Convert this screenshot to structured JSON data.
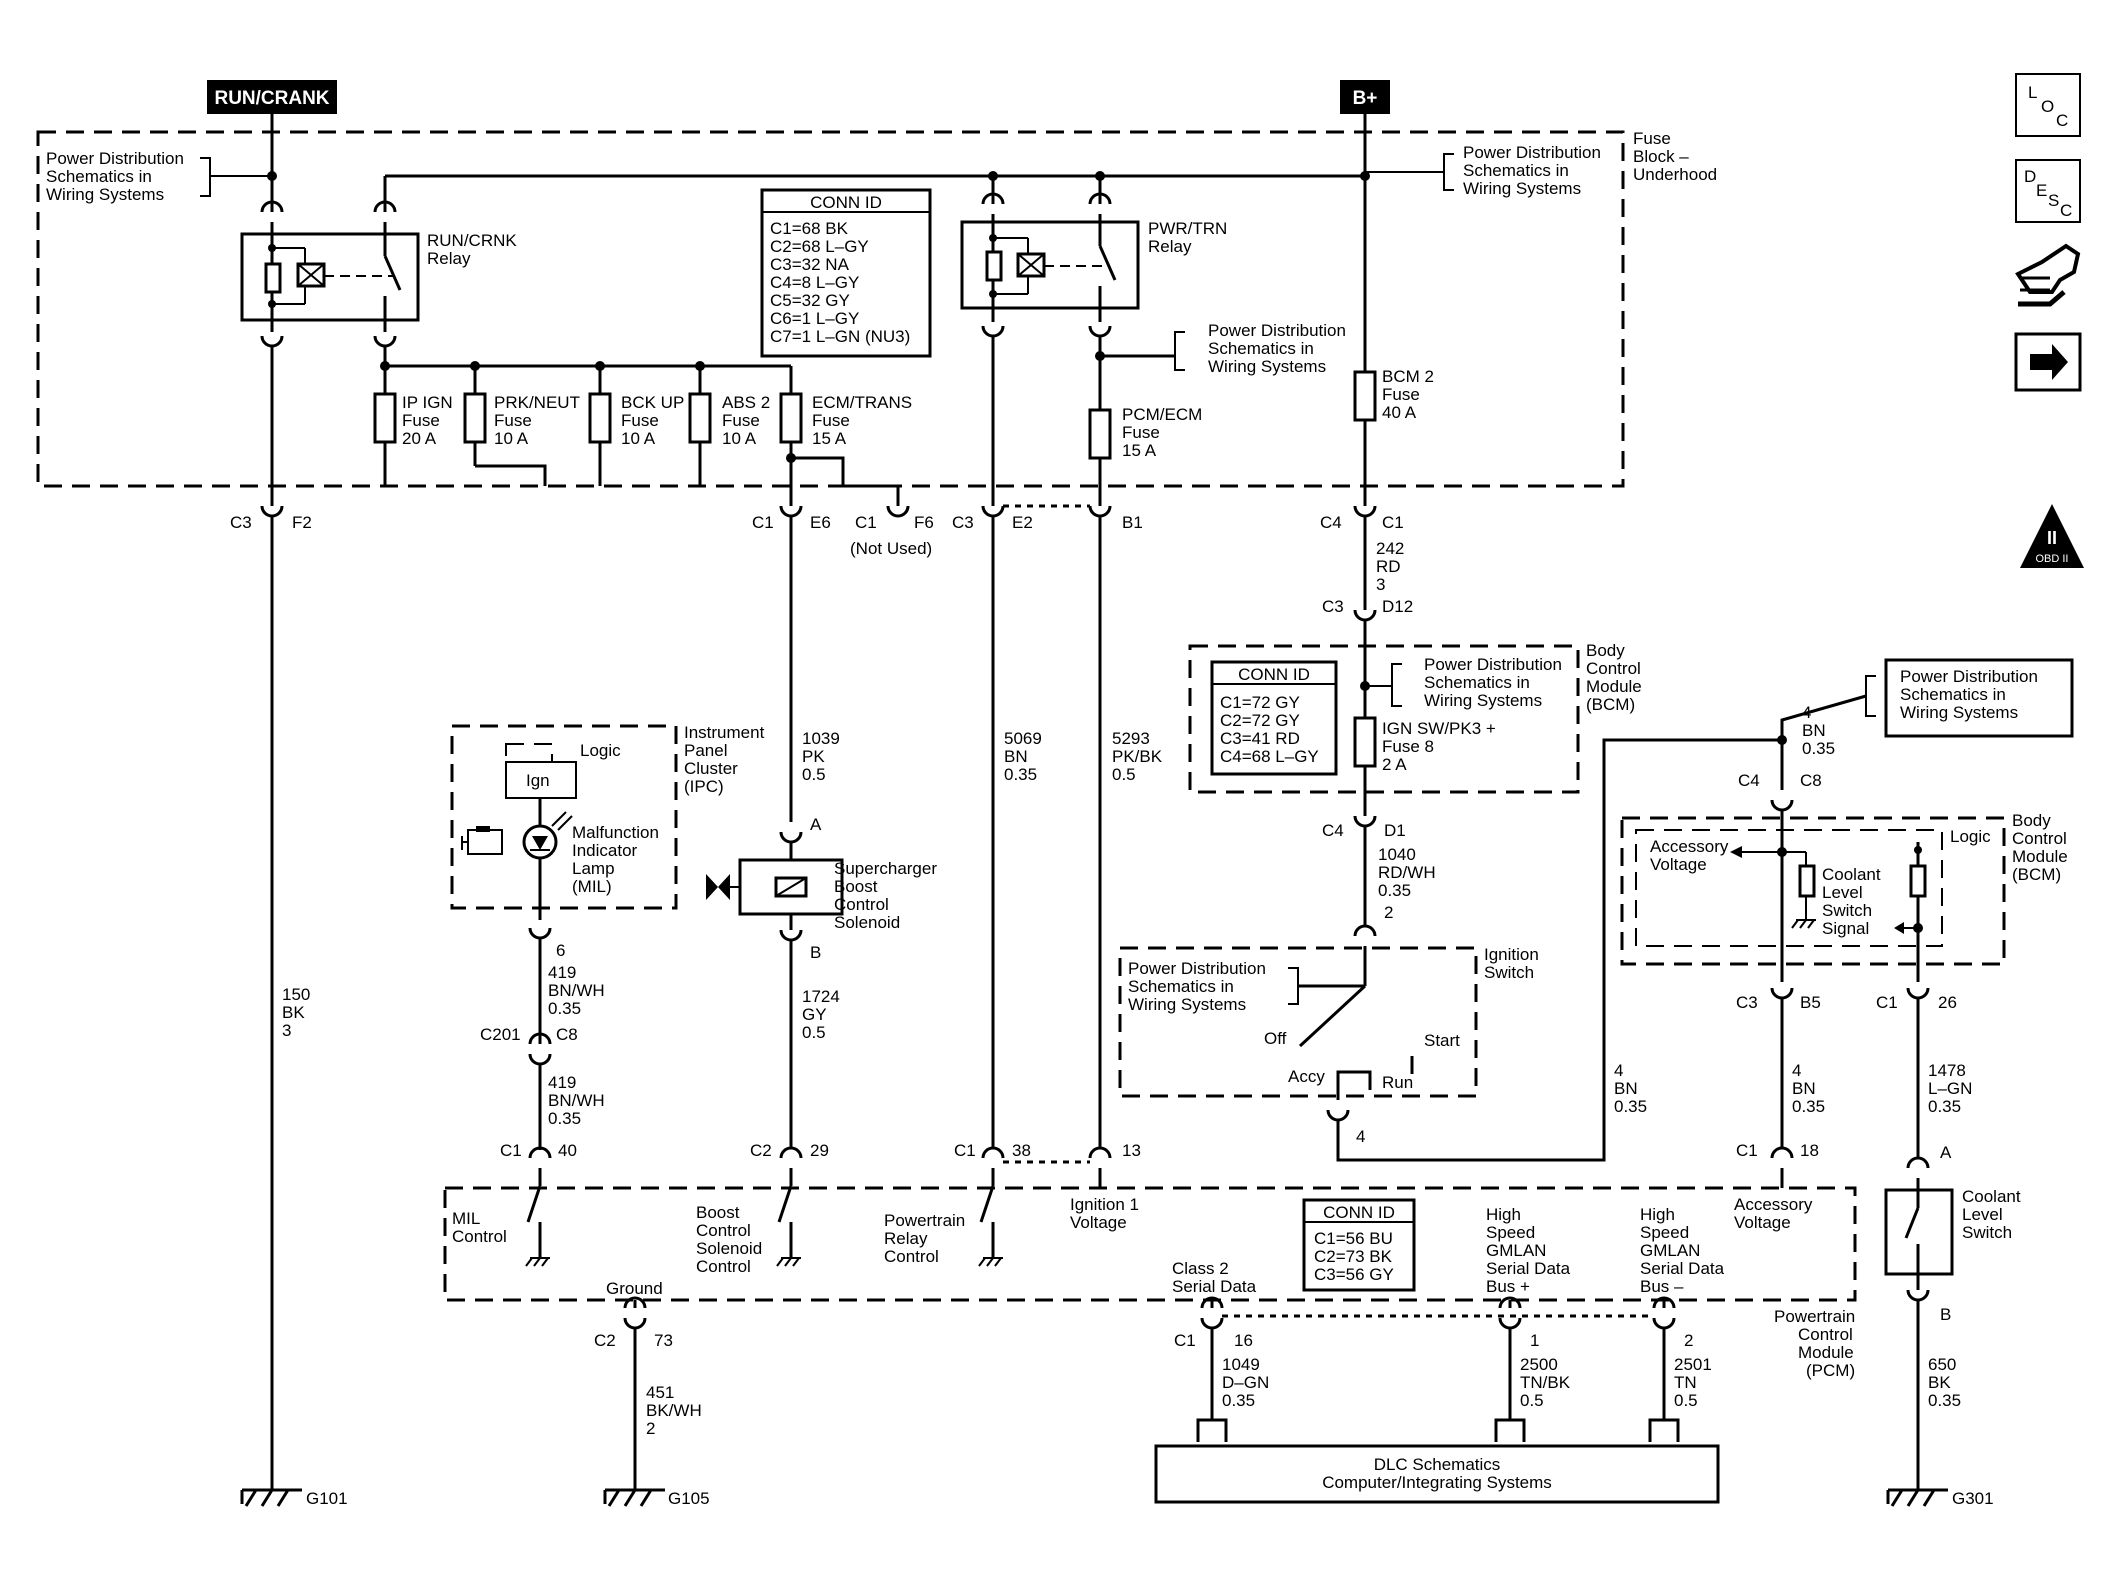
{
  "labels": {
    "run_crank": "RUN/CRANK",
    "b_plus": "B+",
    "pd1": [
      "Power Distribution",
      "Schematics in",
      "Wiring Systems"
    ],
    "fuse_block": [
      "Fuse",
      "Block –",
      "Underhood"
    ],
    "run_crank_relay": [
      "RUN/CRNK",
      "Relay"
    ],
    "pwr_trn_relay": [
      "PWR/TRN",
      "Relay"
    ],
    "conn_id_title": "CONN ID",
    "conn_fuse": [
      "C1=68 BK",
      "C2=68 L–GY",
      "C3=32 NA",
      "C4=8 L–GY",
      "C5=32 GY",
      "C6=1 L–GY",
      "C7=1 L–GN (NU3)"
    ],
    "fuse_ip": [
      "IP IGN",
      "Fuse",
      "20 A"
    ],
    "fuse_prk": [
      "PRK/NEUT",
      "Fuse",
      "10 A"
    ],
    "fuse_bck": [
      "BCK UP",
      "Fuse",
      "10 A"
    ],
    "fuse_abs": [
      "ABS 2",
      "Fuse",
      "10 A"
    ],
    "fuse_ecm": [
      "ECM/TRANS",
      "Fuse",
      "15 A"
    ],
    "fuse_pcm": [
      "PCM/ECM",
      "Fuse",
      "15 A"
    ],
    "fuse_bcm2": [
      "BCM 2",
      "Fuse",
      "40 A"
    ],
    "not_used": "(Not Used)",
    "bcm_title": [
      "Body",
      "Control",
      "Module",
      "(BCM)"
    ],
    "conn_bcm": [
      "C1=72 GY",
      "C2=72 GY",
      "C3=41 RD",
      "C4=68 L–GY"
    ],
    "ign_sw_fuse": [
      "IGN SW/PK3 +",
      "Fuse 8",
      "2 A"
    ],
    "ipc_title": [
      "Instrument",
      "Panel",
      "Cluster",
      "(IPC)"
    ],
    "logic": "Logic",
    "ign": "Ign",
    "mil": [
      "Malfunction",
      "Indicator",
      "Lamp",
      "(MIL)"
    ],
    "solenoid": [
      "Supercharger",
      "Boost",
      "Control",
      "Solenoid"
    ],
    "ign_switch": [
      "Ignition",
      "Switch"
    ],
    "off": "Off",
    "start": "Start",
    "accy": "Accy",
    "run": "Run",
    "acc_voltage": [
      "Accessory",
      "Voltage"
    ],
    "coolant_signal": [
      "Coolant",
      "Level",
      "Switch",
      "Signal"
    ],
    "coolant_switch": [
      "Coolant",
      "Level",
      "Switch"
    ],
    "pcm_title": [
      "Powertrain",
      "Control",
      "Module",
      "(PCM)"
    ],
    "conn_pcm": [
      "C1=56 BU",
      "C2=73 BK",
      "C3=56 GY"
    ],
    "mil_control": [
      "MIL",
      "Control"
    ],
    "boost_control": [
      "Boost",
      "Control",
      "Solenoid",
      "Control"
    ],
    "ptr_control": [
      "Powertrain",
      "Relay",
      "Control"
    ],
    "ign1_voltage": [
      "Ignition 1",
      "Voltage"
    ],
    "class2": [
      "Class 2",
      "Serial Data"
    ],
    "gmlan_plus": [
      "High",
      "Speed",
      "GMLAN",
      "Serial Data",
      "Bus +"
    ],
    "gmlan_minus": [
      "High",
      "Speed",
      "GMLAN",
      "Serial Data",
      "Bus –"
    ],
    "pcm_acc_voltage": [
      "Accessory",
      "Voltage"
    ],
    "ground": "Ground",
    "dlc": [
      "DLC Schematics",
      "Computer/Integrating Systems"
    ],
    "g101": "G101",
    "g105": "G105",
    "g301": "G301",
    "side_loc": [
      "L",
      "O",
      "C"
    ],
    "side_desc": [
      "D",
      "E",
      "S",
      "C"
    ],
    "obd": [
      "II",
      "OBD II"
    ]
  },
  "connectors": {
    "c3_f2": [
      "C3",
      "F2"
    ],
    "c1_e6": [
      "C1",
      "E6"
    ],
    "c1_f6": [
      "C1",
      "F6"
    ],
    "c3_e2": [
      "C3",
      "E2"
    ],
    "b1": "B1",
    "c4_c1": [
      "C4",
      "C1"
    ],
    "c3_d12": [
      "C3",
      "D12"
    ],
    "c4_d1": [
      "C4",
      "D1"
    ],
    "sw_2": "2",
    "sw_4": "4",
    "c4_c8": [
      "C4",
      "C8"
    ],
    "c3_b5": [
      "C3",
      "B5"
    ],
    "c1_26": [
      "C1",
      "26"
    ],
    "ipc_6": "6",
    "c201_c8": [
      "C201",
      "C8"
    ],
    "sol_a": "A",
    "sol_b": "B",
    "c1_40": [
      "C1",
      "40"
    ],
    "c2_29": [
      "C2",
      "29"
    ],
    "c1_38": [
      "C1",
      "38"
    ],
    "p13": "13",
    "c1_18": [
      "C1",
      "18"
    ],
    "cls_a": "A",
    "cls_b": "B",
    "c2_73": [
      "C2",
      "73"
    ],
    "c1_16": [
      "C1",
      "16"
    ],
    "p1": "1",
    "p2": "2"
  },
  "wires": {
    "w150": [
      "150",
      "BK",
      "3"
    ],
    "w242": [
      "242",
      "RD",
      "3"
    ],
    "w1039": [
      "1039",
      "PK",
      "0.5"
    ],
    "w5069": [
      "5069",
      "BN",
      "0.35"
    ],
    "w5293": [
      "5293",
      "PK/BK",
      "0.5"
    ],
    "w419a": [
      "419",
      "BN/WH",
      "0.35"
    ],
    "w419b": [
      "419",
      "BN/WH",
      "0.35"
    ],
    "w1724": [
      "1724",
      "GY",
      "0.5"
    ],
    "w1040": [
      "1040",
      "RD/WH",
      "0.35"
    ],
    "w4a": [
      "4",
      "BN",
      "0.35"
    ],
    "w4b": [
      "4",
      "BN",
      "0.35"
    ],
    "w4c": [
      "4",
      "BN",
      "0.35"
    ],
    "w1478": [
      "1478",
      "L–GN",
      "0.35"
    ],
    "w451": [
      "451",
      "BK/WH",
      "2"
    ],
    "w1049": [
      "1049",
      "D–GN",
      "0.35"
    ],
    "w2500": [
      "2500",
      "TN/BK",
      "0.5"
    ],
    "w2501": [
      "2501",
      "TN",
      "0.5"
    ],
    "w650": [
      "650",
      "BK",
      "0.35"
    ]
  }
}
